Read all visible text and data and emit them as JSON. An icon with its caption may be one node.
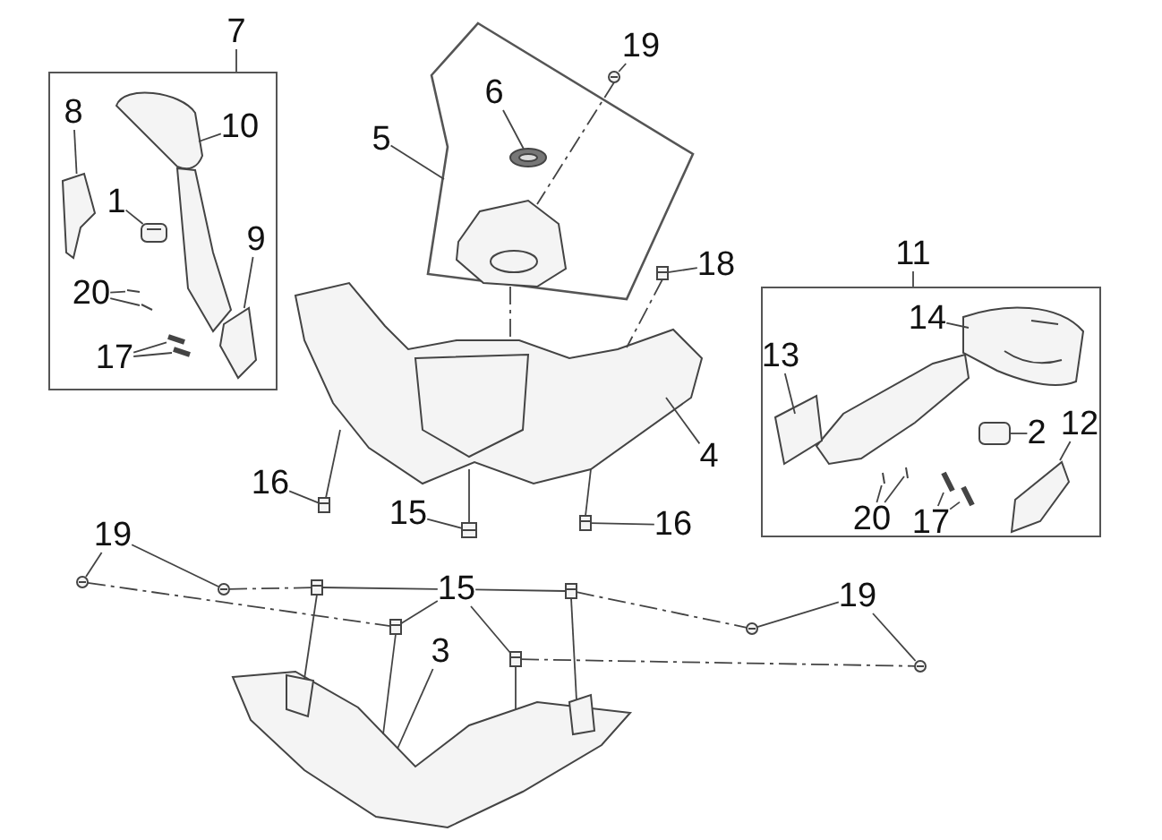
{
  "diagram": {
    "nodes": [
      {
        "text": [
          "7"
        ]
      },
      {
        "text": [],
        "shape": "box"
      },
      {
        "text": [
          "8"
        ],
        "in": 1
      },
      {
        "text": [
          "10"
        ],
        "in": 1
      },
      {
        "text": [
          "1"
        ],
        "in": 1
      },
      {
        "text": [
          "9"
        ],
        "in": 1
      },
      {
        "text": [
          "20"
        ],
        "in": 1
      },
      {
        "text": [
          "17"
        ],
        "in": 1
      },
      {
        "text": [],
        "shape": "box"
      },
      {
        "text": [
          "5"
        ]
      },
      {
        "text": [
          "6"
        ],
        "in": 8
      },
      {
        "text": [
          "19"
        ]
      },
      {
        "text": [
          "18"
        ]
      },
      {
        "text": [
          "11"
        ]
      },
      {
        "text": [],
        "shape": "box"
      },
      {
        "text": [
          "14"
        ],
        "in": 14
      },
      {
        "text": [
          "13"
        ],
        "in": 14
      },
      {
        "text": [
          "2"
        ],
        "in": 14
      },
      {
        "text": [
          "12"
        ],
        "in": 14
      },
      {
        "text": [
          "20"
        ],
        "in": 14
      },
      {
        "text": [
          "17"
        ],
        "in": 14
      },
      {
        "text": [
          "4"
        ]
      },
      {
        "text": [
          "16"
        ]
      },
      {
        "text": [
          "15"
        ]
      },
      {
        "text": [
          "16"
        ]
      },
      {
        "text": [
          "19"
        ]
      },
      {
        "text": [
          "15"
        ]
      },
      {
        "text": [
          "19"
        ]
      },
      {
        "text": [
          "3"
        ]
      },
      {
        "text": [],
        "shape": "picture",
        "in": 1
      },
      {
        "text": [],
        "shape": "picture",
        "in": 1
      },
      {
        "text": [],
        "shape": "picture",
        "in": 1
      },
      {
        "text": [],
        "shape": "picture",
        "in": 1
      },
      {
        "text": [],
        "shape": "picture",
        "in": 1
      },
      {
        "text": [],
        "shape": "picture",
        "in": 1
      },
      {
        "text": [],
        "shape": "picture",
        "in": 1
      },
      {
        "text": [],
        "shape": "picture",
        "in": 1
      },
      {
        "text": [],
        "shape": "picture",
        "in": 1
      },
      {
        "text": [],
        "shape": "picture",
        "in": 8
      },
      {
        "text": [],
        "shape": "picture",
        "in": 8
      },
      {
        "text": [],
        "shape": "picture",
        "in": 8
      },
      {
        "text": [],
        "shape": "picture"
      },
      {
        "text": [],
        "shape": "picture"
      },
      {
        "text": [],
        "shape": "picture",
        "in": 14
      },
      {
        "text": [],
        "shape": "picture",
        "in": 14
      },
      {
        "text": [],
        "shape": "picture",
        "in": 14
      },
      {
        "text": [],
        "shape": "picture",
        "in": 14
      },
      {
        "text": [],
        "shape": "picture",
        "in": 14
      },
      {
        "text": [],
        "shape": "picture",
        "in": 14
      },
      {
        "text": [],
        "shape": "picture",
        "in": 14
      },
      {
        "text": [],
        "shape": "picture",
        "in": 14
      },
      {
        "text": [],
        "shape": "picture",
        "in": 14
      },
      {
        "text": [],
        "shape": "picture"
      },
      {
        "text": [],
        "shape": "picture"
      },
      {
        "text": [],
        "shape": "picture"
      },
      {
        "text": [],
        "shape": "picture"
      },
      {
        "text": [],
        "shape": "picture"
      },
      {
        "text": [],
        "shape": "picture"
      },
      {
        "text": [],
        "shape": "picture"
      },
      {
        "text": [],
        "shape": "picture"
      },
      {
        "text": [],
        "shape": "picture"
      },
      {
        "text": [],
        "shape": "picture"
      },
      {
        "text": [],
        "shape": "picture"
      },
      {
        "text": [],
        "shape": "picture"
      }
    ],
    "edges": [
      {
        "from": 0,
        "to": 1,
        "arrow": "none"
      },
      {
        "from": 2,
        "to": 29,
        "arrow": "none"
      },
      {
        "from": 3,
        "to": 30,
        "arrow": "none"
      },
      {
        "from": 4,
        "to": 32,
        "arrow": "none"
      },
      {
        "from": 5,
        "to": 33,
        "arrow": "none"
      },
      {
        "from": 6,
        "to": 34,
        "arrow": "none"
      },
      {
        "from": 6,
        "to": 35,
        "arrow": "none"
      },
      {
        "from": 7,
        "to": 36,
        "arrow": "none"
      },
      {
        "from": 7,
        "to": 37,
        "arrow": "none"
      },
      {
        "from": 9,
        "to": 8,
        "arrow": "none"
      },
      {
        "from": 10,
        "to": 38,
        "arrow": "none"
      },
      {
        "from": 11,
        "to": 40,
        "arrow": "none"
      },
      {
        "from": 12,
        "to": 41,
        "arrow": "none"
      },
      {
        "from": 13,
        "to": 14,
        "arrow": "none"
      },
      {
        "from": 15,
        "to": 43,
        "arrow": "none"
      },
      {
        "from": 16,
        "to": 45,
        "arrow": "none"
      },
      {
        "from": 17,
        "to": 46,
        "arrow": "none"
      },
      {
        "from": 18,
        "to": 47,
        "arrow": "none"
      },
      {
        "from": 19,
        "to": 48,
        "arrow": "none"
      },
      {
        "from": 19,
        "to": 49,
        "arrow": "none"
      },
      {
        "from": 20,
        "to": 50,
        "arrow": "none"
      },
      {
        "from": 20,
        "to": 51,
        "arrow": "none"
      },
      {
        "from": 21,
        "to": 42,
        "arrow": "none"
      },
      {
        "from": 22,
        "to": 52,
        "arrow": "none"
      },
      {
        "from": 23,
        "to": 53,
        "arrow": "none"
      },
      {
        "from": 24,
        "to": 54,
        "arrow": "none"
      },
      {
        "from": 25,
        "to": 55,
        "arrow": "none"
      },
      {
        "from": 25,
        "to": 56,
        "arrow": "none"
      },
      {
        "from": 26,
        "to": 57,
        "arrow": "none"
      },
      {
        "from": 26,
        "to": 58,
        "arrow": "none"
      },
      {
        "from": 26,
        "to": 59,
        "arrow": "none"
      },
      {
        "from": 26,
        "to": 60,
        "arrow": "none"
      },
      {
        "from": 27,
        "to": 61,
        "arrow": "none"
      },
      {
        "from": 27,
        "to": 62,
        "arrow": "none"
      },
      {
        "from": 28,
        "to": 63,
        "arrow": "none"
      },
      {
        "from": 40,
        "to": 39,
        "arrow": "none",
        "style": "dashed"
      },
      {
        "from": 39,
        "to": 42,
        "arrow": "none",
        "style": "dashed"
      },
      {
        "from": 41,
        "to": 42,
        "arrow": "none",
        "style": "dashed"
      },
      {
        "from": 55,
        "to": 58,
        "arrow": "none",
        "style": "dashed"
      },
      {
        "from": 56,
        "to": 57,
        "arrow": "none",
        "style": "dashed"
      },
      {
        "from": 60,
        "to": 61,
        "arrow": "none",
        "style": "dashed"
      },
      {
        "from": 59,
        "to": 62,
        "arrow": "none",
        "style": "dashed"
      },
      {
        "from": 52,
        "to": 42,
        "arrow": "none"
      },
      {
        "from": 53,
        "to": 42,
        "arrow": "none"
      },
      {
        "from": 54,
        "to": 42,
        "arrow": "none"
      },
      {
        "from": 57,
        "to": 63,
        "arrow": "none"
      },
      {
        "from": 58,
        "to": 63,
        "arrow": "none"
      },
      {
        "from": 59,
        "to": 63,
        "arrow": "none"
      },
      {
        "from": 60,
        "to": 63,
        "arrow": "none"
      }
    ]
  }
}
